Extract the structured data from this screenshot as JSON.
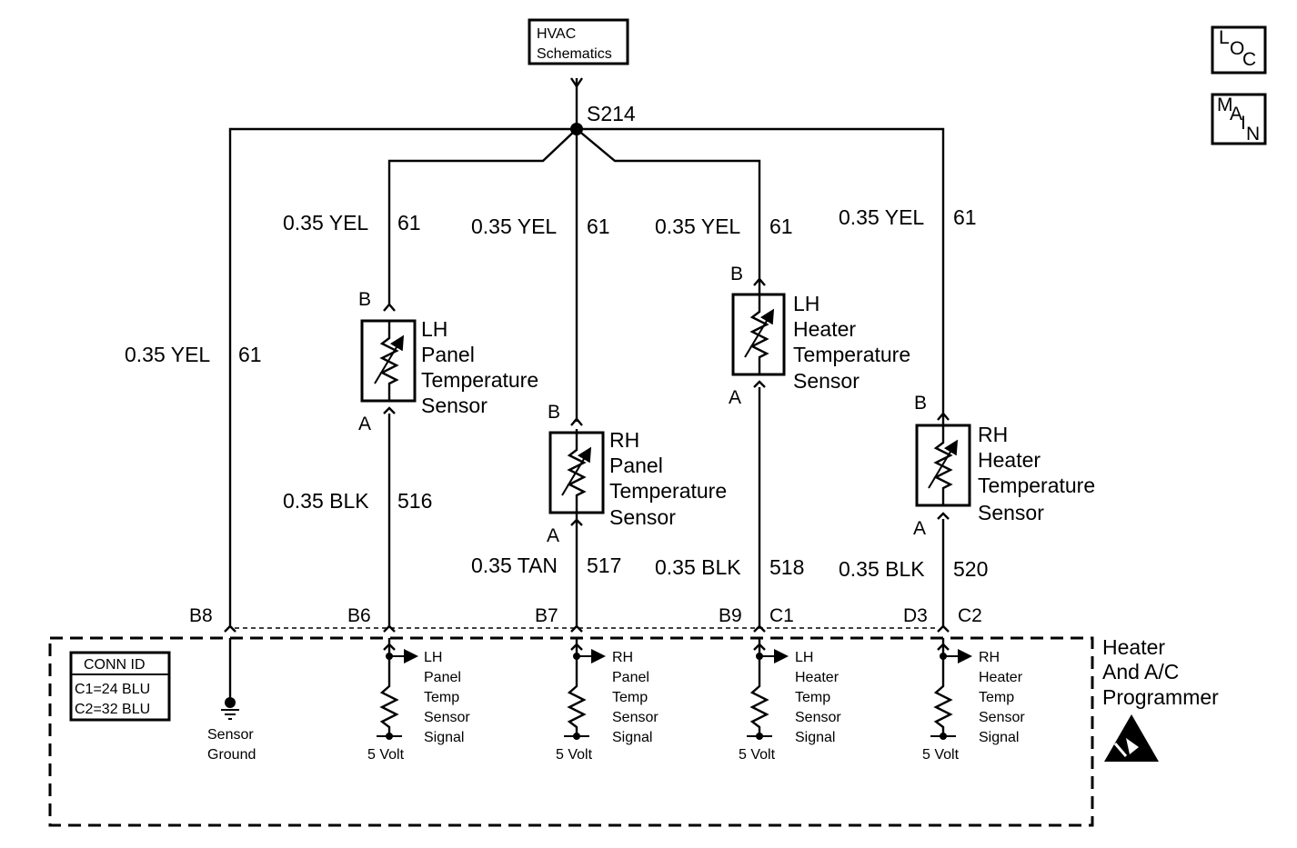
{
  "hvac_box": {
    "line1": "HVAC",
    "line2": "Schematics"
  },
  "nav": {
    "loc": [
      "L",
      "O",
      "C"
    ],
    "main": [
      "M",
      "A",
      "I",
      "N"
    ]
  },
  "splice": "S214",
  "wires": {
    "w1": {
      "label": "0.35 YEL",
      "circuit": "61"
    },
    "w2": {
      "label": "0.35 YEL",
      "circuit": "61"
    },
    "w3": {
      "label": "0.35 YEL",
      "circuit": "61"
    },
    "w4": {
      "label": "0.35 YEL",
      "circuit": "61"
    },
    "w5": {
      "label": "0.35 YEL",
      "circuit": "61"
    },
    "w6": {
      "label": "0.35 BLK",
      "circuit": "516"
    },
    "w7": {
      "label": "0.35 TAN",
      "circuit": "517"
    },
    "w8": {
      "label": "0.35 BLK",
      "circuit": "518"
    },
    "w9": {
      "label": "0.35 BLK",
      "circuit": "520"
    }
  },
  "sensors": {
    "lh_panel": {
      "name": [
        "LH",
        "Panel",
        "Temperature",
        "Sensor"
      ],
      "pin_top": "B",
      "pin_bottom": "A"
    },
    "rh_panel": {
      "name": [
        "RH",
        "Panel",
        "Temperature",
        "Sensor"
      ],
      "pin_top": "B",
      "pin_bottom": "A"
    },
    "lh_heater": {
      "name": [
        "LH",
        "Heater",
        "Temperature",
        "Sensor"
      ],
      "pin_top": "B",
      "pin_bottom": "A"
    },
    "rh_heater": {
      "name": [
        "RH",
        "Heater",
        "Temperature",
        "Sensor"
      ],
      "pin_top": "B",
      "pin_bottom": "A"
    }
  },
  "pins": {
    "b8": "B8",
    "b6": "B6",
    "b7": "B7",
    "b9": "B9",
    "c1": "C1",
    "d3": "D3",
    "c2": "C2"
  },
  "module": {
    "name": [
      "Heater",
      "And A/C",
      "Programmer"
    ],
    "conn_id": {
      "title": "CONN ID",
      "c1": "C1=24 BLU",
      "c2": "C2=32 BLU"
    },
    "ground": [
      "Sensor",
      "Ground"
    ],
    "signals": {
      "lh_panel": [
        "LH",
        "Panel",
        "Temp",
        "Sensor",
        "Signal"
      ],
      "rh_panel": [
        "RH",
        "Panel",
        "Temp",
        "Sensor",
        "Signal"
      ],
      "lh_heater": [
        "LH",
        "Heater",
        "Temp",
        "Sensor",
        "Signal"
      ],
      "rh_heater": [
        "RH",
        "Heater",
        "Temp",
        "Sensor",
        "Signal"
      ]
    },
    "volt": "5 Volt"
  }
}
